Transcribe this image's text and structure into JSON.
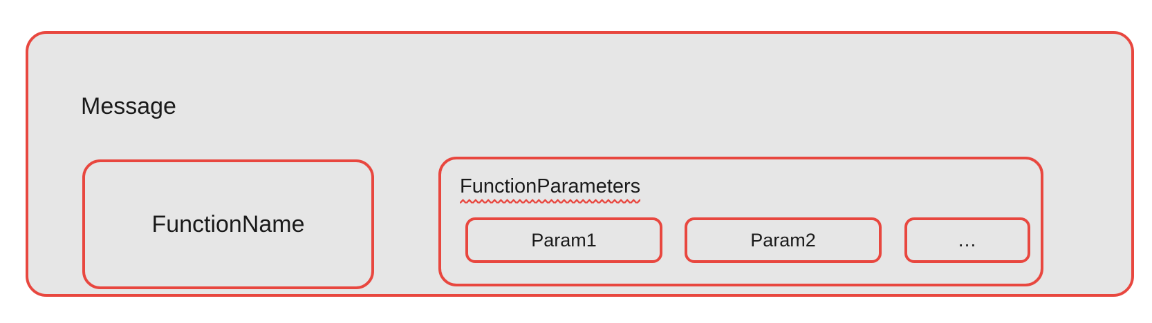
{
  "diagram": {
    "background_color": "#ffffff",
    "box_fill_color": "#e6e6e6",
    "box_border_color": "#e8473f",
    "text_color": "#1a1a1a",
    "message": {
      "label": "Message",
      "function_name": {
        "label": "FunctionName"
      },
      "function_parameters": {
        "label": "FunctionParameters",
        "spellcheck_underline": true,
        "spellcheck_underline_color": "#e8473f",
        "params": [
          {
            "label": "Param1"
          },
          {
            "label": "Param2"
          },
          {
            "label": "…"
          }
        ]
      }
    }
  }
}
